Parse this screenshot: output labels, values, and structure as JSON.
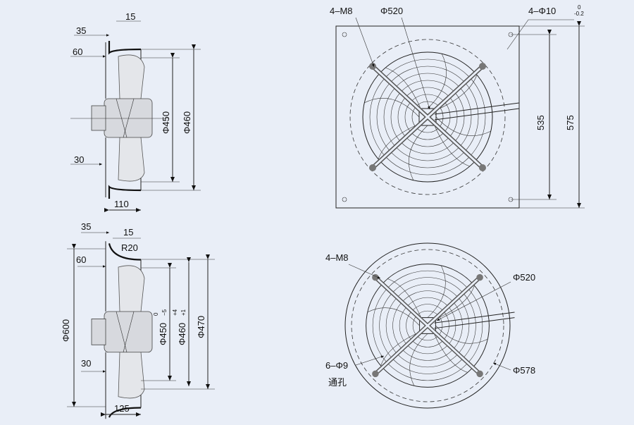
{
  "top_side_view": {
    "d35": "35",
    "d15": "15",
    "d60": "60",
    "d30": "30",
    "d110": "110",
    "phi450": "Φ450",
    "phi460": "Φ460"
  },
  "top_front_view": {
    "holes": "4–M8",
    "phi520": "Φ520",
    "mount_holes": "4–Φ10",
    "tol_upper": "0",
    "tol_lower": "-0.2",
    "d535": "535",
    "d575": "575"
  },
  "bottom_side_view": {
    "d35": "35",
    "d15": "15",
    "r20": "R20",
    "d60": "60",
    "d30": "30",
    "d125": "125",
    "phi600": "Φ600",
    "phi450": "Φ450",
    "phi450_tol_upper": "0",
    "phi450_tol_lower": "−5",
    "phi460": "Φ460",
    "phi460_tol_upper": "+4",
    "phi460_tol_lower": "+1",
    "phi470": "Φ470"
  },
  "bottom_front_view": {
    "holes": "4–M8",
    "phi520": "Φ520",
    "mount_holes": "6–Φ9",
    "through_hole": "通孔",
    "phi578": "Φ578"
  }
}
